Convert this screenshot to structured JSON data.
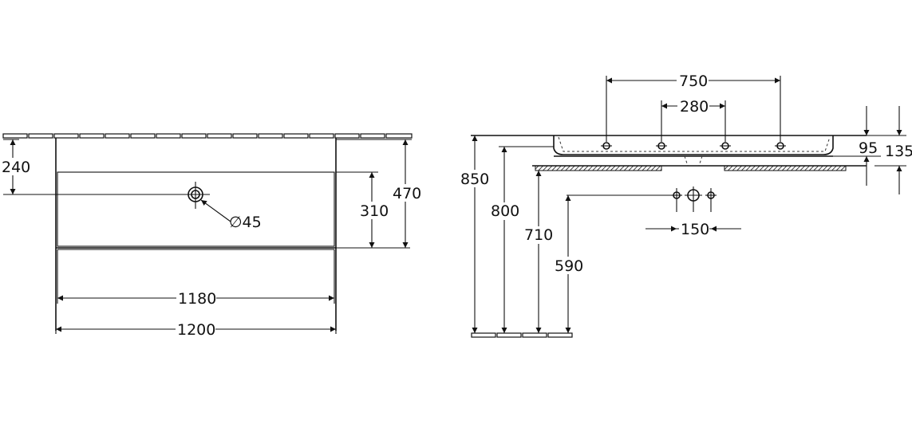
{
  "plan_view": {
    "dim_1200": "1200",
    "dim_1180": "1180",
    "dim_470": "470",
    "dim_310": "310",
    "dim_240": "240",
    "dim_diameter": "∅45"
  },
  "elevation_view": {
    "dim_750": "750",
    "dim_280": "280",
    "dim_150": "150",
    "dim_850": "850",
    "dim_800": "800",
    "dim_710": "710",
    "dim_590": "590",
    "dim_95": "95",
    "dim_135": "135"
  }
}
